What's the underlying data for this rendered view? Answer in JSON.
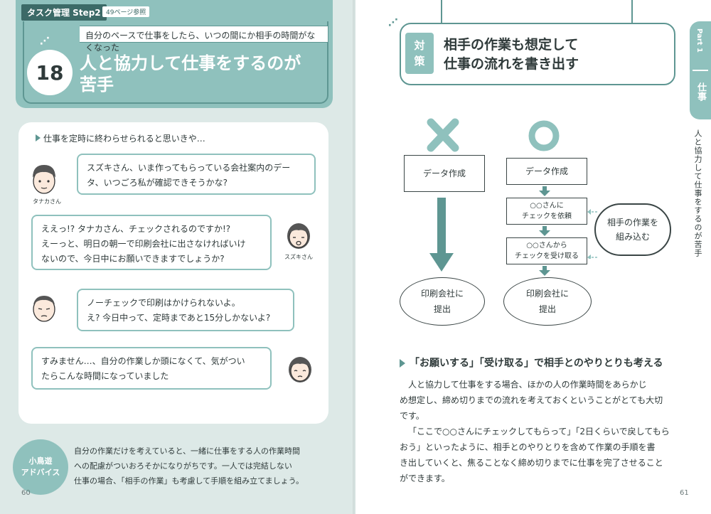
{
  "left_page": {
    "step_tag": "タスク管理 Step2",
    "reference": "49ページ参照",
    "subtitle": "自分のペースで仕事をしたら、いつの間にか相手の時間がなくなった",
    "number": "18",
    "title_line1": "人と協力して仕事をするのが",
    "title_line2": "苦手",
    "intro": "仕事を定時に終わらせられると思いきや…",
    "dialogues": [
      {
        "speaker": "タナカさん",
        "lines": [
          "スズキさん、いま作ってもらっている会社案内のデー",
          "タ、いつごろ私が確認できそうかな?"
        ]
      },
      {
        "speaker": "スズキさん",
        "lines": [
          "ええっ!? タナカさん、チェックされるのですか!?",
          "えーっと、明日の朝一で印刷会社に出さなければいけ",
          "ないので、今日中にお願いできますでしょうか?"
        ]
      },
      {
        "speaker": "",
        "lines": [
          "ノーチェックで印刷はかけられないよ。",
          "え? 今日中って、定時まであと15分しかないよ?"
        ]
      },
      {
        "speaker": "",
        "lines": [
          "すみません…、自分の作業しか頭になくて、気がつい",
          "たらこんな時間になっていました"
        ]
      }
    ],
    "advice_label_1": "小鳥遊",
    "advice_label_2": "アドバイス",
    "advice_lines": [
      "自分の作業だけを考えていると、一緒に仕事をする人の作業時間",
      "への配慮がついおろそかになりがちです。一人では完結しない",
      "仕事の場合、「相手の作業」も考慮して手順を組み立てましょう。"
    ],
    "page_number": "60"
  },
  "right_page": {
    "solution_tag_1": "対",
    "solution_tag_2": "策",
    "solution_line1": "相手の作業も想定して",
    "solution_line2": "仕事の流れを書き出す",
    "side_part": "Part 1",
    "side_category": "仕事",
    "side_title": "人と協力して仕事をするのが苦手",
    "diagram": {
      "bad_symbol": "×",
      "good_symbol": "○",
      "bad_step": "データ作成",
      "bad_result_1": "印刷会社に",
      "bad_result_2": "提出",
      "good_step1": "データ作成",
      "good_step2_1": "○○さんに",
      "good_step2_2": "チェックを依頼",
      "good_step3_1": "○○さんから",
      "good_step3_2": "チェックを受け取る",
      "good_result_1": "印刷会社に",
      "good_result_2": "提出",
      "note_1": "相手の作業を",
      "note_2": "組み込む"
    },
    "section_heading": "「お願いする」「受け取る」で相手とのやりとりも考える",
    "paragraph1": [
      "人と協力して仕事をする場合、ほかの人の作業時間をあらかじ",
      "め想定し、締め切りまでの流れを考えておくということがとても大切",
      "です。"
    ],
    "paragraph2": [
      "「ここで○○さんにチェックしてもらって」「2日くらいで戻してもら",
      "おう」といったように、相手とのやりとりを含めて作業の手順を書",
      "き出していくと、焦ることなく締め切りまでに仕事を完了させること",
      "ができます。"
    ],
    "page_number": "61"
  }
}
